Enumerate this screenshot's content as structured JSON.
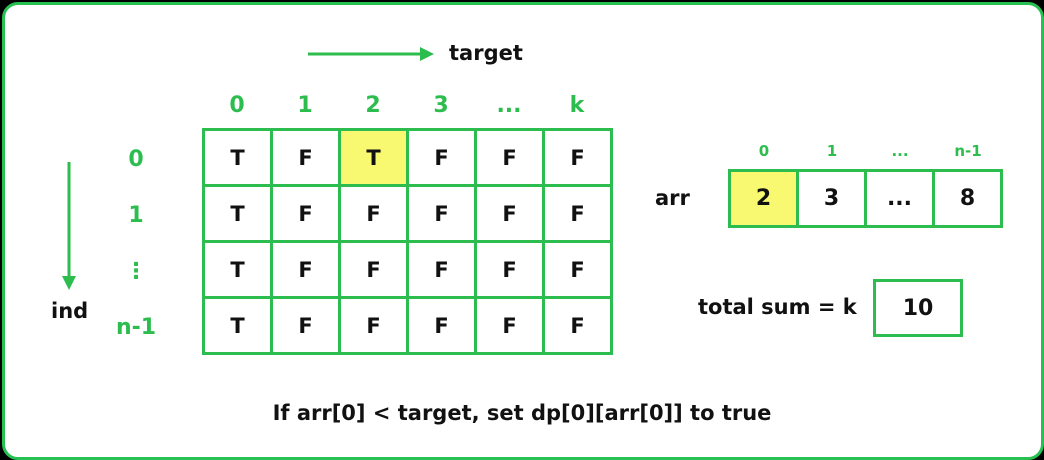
{
  "target_label": "target",
  "ind_label": "ind",
  "column_headers": [
    "0",
    "1",
    "2",
    "3",
    "...",
    "k"
  ],
  "row_headers": [
    "0",
    "1",
    "⋮",
    "n-1"
  ],
  "dp_table": [
    [
      "T",
      "F",
      "T",
      "F",
      "F",
      "F"
    ],
    [
      "T",
      "F",
      "F",
      "F",
      "F",
      "F"
    ],
    [
      "T",
      "F",
      "F",
      "F",
      "F",
      "F"
    ],
    [
      "T",
      "F",
      "F",
      "F",
      "F",
      "F"
    ]
  ],
  "highlighted_cell": {
    "row": 0,
    "col": 2
  },
  "arr_label": "arr",
  "arr_indices": [
    "0",
    "1",
    "...",
    "n-1"
  ],
  "arr_values": [
    "2",
    "3",
    "...",
    "8"
  ],
  "highlighted_arr_index": 0,
  "total_sum_label": "total sum = k",
  "total_sum_value": "10",
  "caption": "If arr[0] < target, set dp[0][arr[0]] to true",
  "colors": {
    "accent": "#2dbd4e",
    "border": "#27c151",
    "highlight": "#f8f871",
    "text": "#111111"
  }
}
